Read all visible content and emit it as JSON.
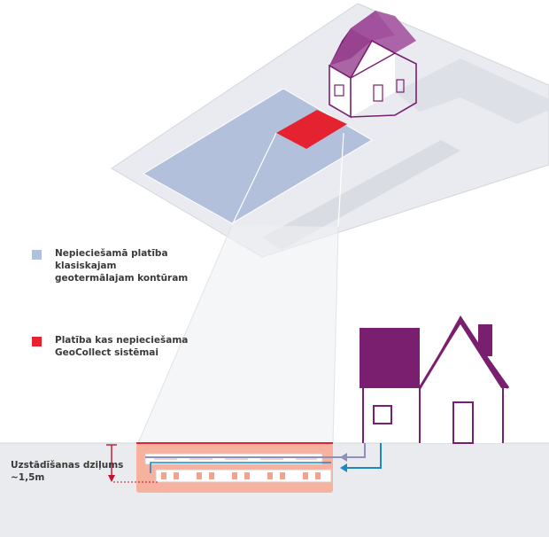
{
  "legend": {
    "classic_area": {
      "label_line1": "Nepieciešamā platība",
      "label_line2": "klasiskajam",
      "label_line3": "geotermālajam kontūram",
      "color": "#b3c0dc"
    },
    "geocollect_area": {
      "label_line1": "Platība kas nepieciešama",
      "label_line2": "GeoCollect sistēmai",
      "color": "#e52330"
    }
  },
  "depth": {
    "label_line1": "Uzstādīšanas dziļums",
    "label_line2": "~1,5m"
  },
  "colors": {
    "house_purple": "#7a1f6f",
    "ground": "#e9ebee",
    "plot": "#e9ebf0",
    "collector_fill": "#f6b29f",
    "return_pipe": "#1e88c7",
    "flow_pipe": "#8f8fbf"
  }
}
